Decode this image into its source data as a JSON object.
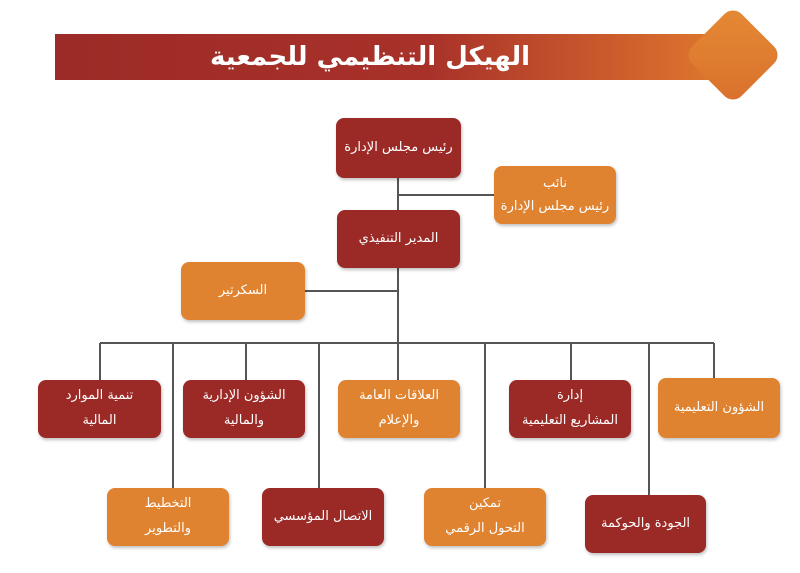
{
  "title": "الهيكل التنظيمي للجمعية",
  "nodes": {
    "chairman": "رئيس مجلس الإدارة",
    "vice_chair": {
      "line1": "نائب",
      "line2": "رئيس مجلس الإدارة"
    },
    "executive_director": "المدير التنفيذي",
    "secretary": "السكرتير",
    "resource_development": {
      "line1": "تنمية الموارد",
      "line2": "المالية"
    },
    "admin_financial_affairs": {
      "line1": "الشؤون الإدارية",
      "line2": "والمالية"
    },
    "public_relations_media": {
      "line1": "العلاقات العامة",
      "line2": "والإعلام"
    },
    "educational_projects_management": {
      "line1": "إدارة",
      "line2": "المشاريع التعليمية"
    },
    "educational_affairs": "الشؤون التعليمية",
    "planning_development": {
      "line1": "التخطيط",
      "line2": "والتطوير"
    },
    "institutional_communication": "الاتصال المؤسسي",
    "digital_transformation": {
      "line1": "تمكين",
      "line2": "التحول الرقمي"
    },
    "quality_governance": "الجودة والحوكمة"
  },
  "colors": {
    "dark_red": "#9b2a27",
    "orange": "#e08330",
    "connector": "#555555"
  }
}
